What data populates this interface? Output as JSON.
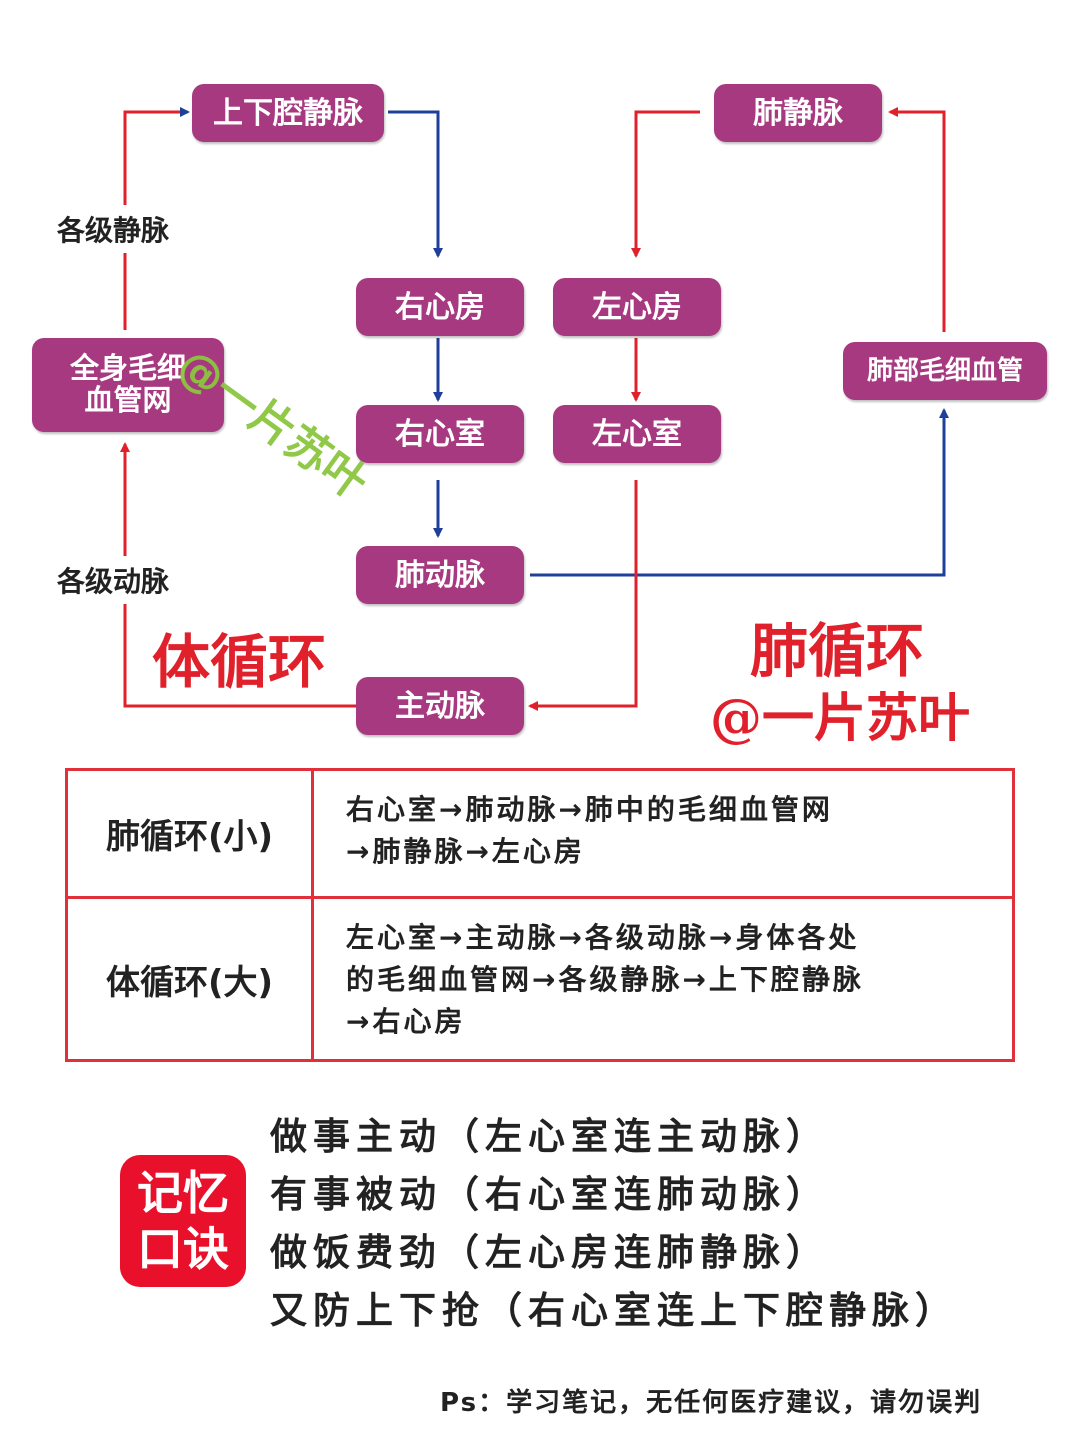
{
  "colors": {
    "node_fill": "#a6397f",
    "arterial_red": "#e0202a",
    "venous_blue": "#1f3f9a",
    "watermark_green": "#8bc63f",
    "badge_red": "#e8102a"
  },
  "nodes": {
    "vena_cava": "上下腔静脉",
    "pulmonary_vein": "肺静脉",
    "right_atrium": "右心房",
    "left_atrium": "左心房",
    "right_ventricle": "右心室",
    "left_ventricle": "左心室",
    "systemic_capillaries_line1": "全身毛细",
    "systemic_capillaries_line2": "血管网",
    "lung_capillaries": "肺部毛细血管",
    "pulmonary_artery": "肺动脉",
    "aorta": "主动脉"
  },
  "edge_labels": {
    "veins": "各级静脉",
    "arteries": "各级动脉"
  },
  "captions": {
    "systemic": "体循环",
    "pulmonary": "肺循环",
    "author": "@一片苏叶"
  },
  "watermark": "@一片苏叶",
  "table": {
    "rows": [
      {
        "name": "肺循环(小)",
        "path_line1": "右心室→肺动脉→肺中的毛细血管网",
        "path_line2": "→肺静脉→左心房",
        "path_line3": ""
      },
      {
        "name": "体循环(大)",
        "path_line1": "左心室→主动脉→各级动脉→身体各处",
        "path_line2": "的毛细血管网→各级静脉→上下腔静脉",
        "path_line3": "→右心房"
      }
    ]
  },
  "mnemonic": {
    "badge_line1": "记忆",
    "badge_line2": "口诀",
    "lines": [
      "做事主动（左心室连主动脉）",
      "有事被动（右心室连肺动脉）",
      "做饭费劲（左心房连肺静脉）",
      "又防上下抢（右心室连上下腔静脉）"
    ]
  },
  "footnote": "Ps：学习笔记，无任何医疗建议，请勿误判"
}
